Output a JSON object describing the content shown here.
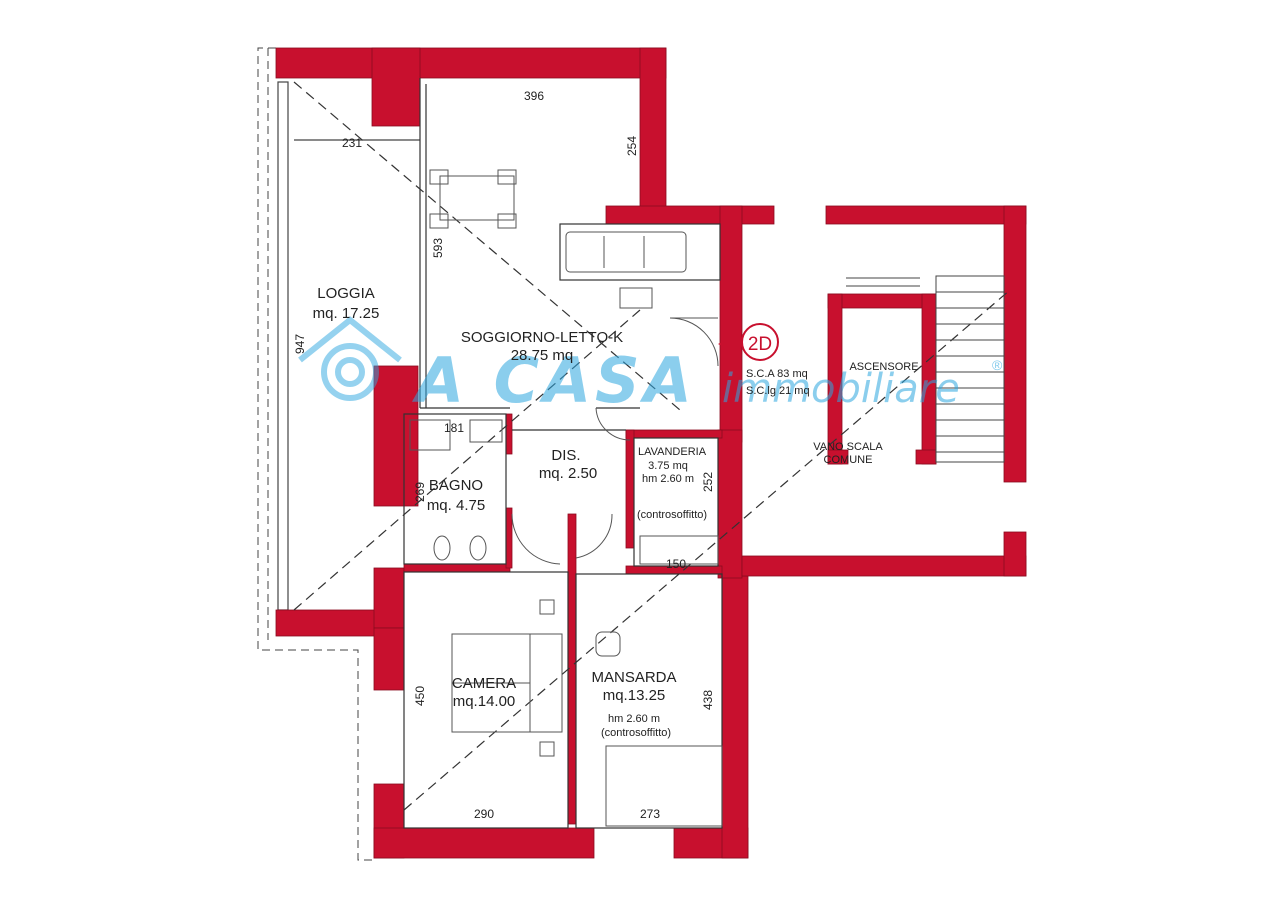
{
  "colors": {
    "wall": "#c8102e",
    "wall_dark": "#b00a27",
    "line": "#333333",
    "watermark": "#2da7e0"
  },
  "rooms": {
    "loggia": {
      "name": "LOGGIA",
      "area": "mq. 17.25"
    },
    "soggiorno": {
      "name": "SOGGIORNO-LETTO-K",
      "area": "28.75 mq"
    },
    "dis": {
      "name": "DIS.",
      "area": "mq. 2.50"
    },
    "bagno": {
      "name": "BAGNO",
      "area": "mq. 4.75"
    },
    "lavanderia": {
      "name": "LAVANDERIA",
      "area": "3.75 mq",
      "height": "hm 2.60 m",
      "note": "(controsoffitto)"
    },
    "camera": {
      "name": "CAMERA",
      "area": "mq.14.00"
    },
    "mansarda": {
      "name": "MANSARDA",
      "area": "mq.13.25",
      "height": "hm 2.60 m",
      "note": "(controsoffitto)"
    },
    "ascensore": {
      "name": "ASCENSORE"
    },
    "vano_scala": {
      "line1": "VANO SCALA",
      "line2": "COMUNE"
    }
  },
  "dimensions": {
    "d396": "396",
    "d231": "231",
    "d254": "254",
    "d593": "593",
    "d947": "947",
    "d181": "181",
    "d269": "269",
    "d252": "252",
    "d150": "150",
    "d450": "450",
    "d438": "438",
    "d290": "290",
    "d273": "273"
  },
  "unit_info": {
    "badge": "2D",
    "sca": "S.C.A 83 mq",
    "sclg": "S.C.lg 21 mq"
  },
  "watermark": {
    "main": "A CASA",
    "sub": "immobiliare",
    "reg": "®"
  }
}
